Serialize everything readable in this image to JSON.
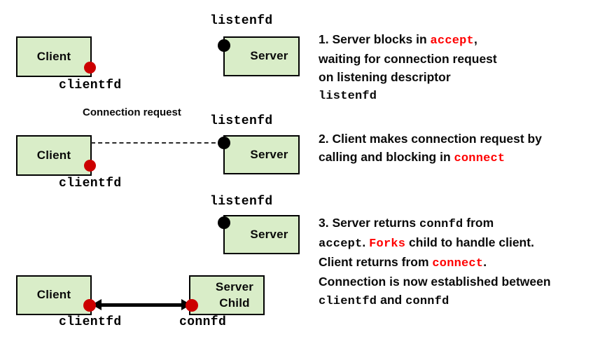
{
  "diagram": {
    "title_semantics": "client-server connection handshake three steps",
    "colors": {
      "box_fill": "#d9edc8",
      "box_border": "#000000",
      "red_dot": "#cc0000",
      "black_dot": "#000000",
      "accent_red_text": "#ff0000",
      "body_text": "#0a0a0a"
    },
    "steps": [
      {
        "id": "step-1",
        "number": "1.",
        "boxes": [
          {
            "name": "client-box-1",
            "lines": [
              "Client"
            ]
          },
          {
            "name": "server-box-1",
            "lines": [
              "Server"
            ]
          }
        ],
        "fd_labels": [
          {
            "name": "clientfd-label-1",
            "text": "clientfd"
          },
          {
            "name": "listenfd-label-1",
            "text": "listenfd"
          }
        ],
        "text_fragments": [
          {
            "text": "1. Server blocks in ",
            "style": "plain"
          },
          {
            "text": "accept",
            "style": "mono-red"
          },
          {
            "text": ",\nwaiting for connection request\non listening descriptor\n",
            "style": "plain"
          },
          {
            "text": "listenfd",
            "style": "mono"
          }
        ]
      },
      {
        "id": "step-2",
        "number": "2.",
        "boxes": [
          {
            "name": "client-box-2",
            "lines": [
              "Client"
            ]
          },
          {
            "name": "server-box-2",
            "lines": [
              "Server"
            ]
          }
        ],
        "fd_labels": [
          {
            "name": "clientfd-label-2",
            "text": "clientfd"
          },
          {
            "name": "listenfd-label-2",
            "text": "listenfd"
          }
        ],
        "connection_label": {
          "line1": "Connection",
          "line2": "request"
        },
        "text_fragments": [
          {
            "text": "2. Client makes connection request by\ncalling and blocking in ",
            "style": "plain"
          },
          {
            "text": "connect",
            "style": "mono-red"
          }
        ]
      },
      {
        "id": "step-3",
        "number": "3.",
        "boxes": [
          {
            "name": "server-box-3",
            "lines": [
              "Server"
            ]
          },
          {
            "name": "client-box-3",
            "lines": [
              "Client"
            ]
          },
          {
            "name": "server-child-box-3",
            "lines": [
              "Server",
              "Child"
            ]
          }
        ],
        "fd_labels": [
          {
            "name": "listenfd-label-3",
            "text": "listenfd"
          },
          {
            "name": "clientfd-label-3",
            "text": "clientfd"
          },
          {
            "name": "connfd-label-3",
            "text": "connfd"
          }
        ],
        "text_fragments": [
          {
            "text": "3. Server returns ",
            "style": "plain"
          },
          {
            "text": "connfd",
            "style": "mono"
          },
          {
            "text": " from\n",
            "style": "plain"
          },
          {
            "text": "accept",
            "style": "mono"
          },
          {
            "text": ". ",
            "style": "plain"
          },
          {
            "text": "Forks",
            "style": "mono-red"
          },
          {
            "text": " child to handle client.\nClient returns from ",
            "style": "plain"
          },
          {
            "text": "connect",
            "style": "mono-red"
          },
          {
            "text": ".\nConnection is now established between\n",
            "style": "plain"
          },
          {
            "text": "clientfd",
            "style": "mono"
          },
          {
            "text": " and ",
            "style": "plain"
          },
          {
            "text": "connfd",
            "style": "mono"
          }
        ]
      }
    ]
  }
}
